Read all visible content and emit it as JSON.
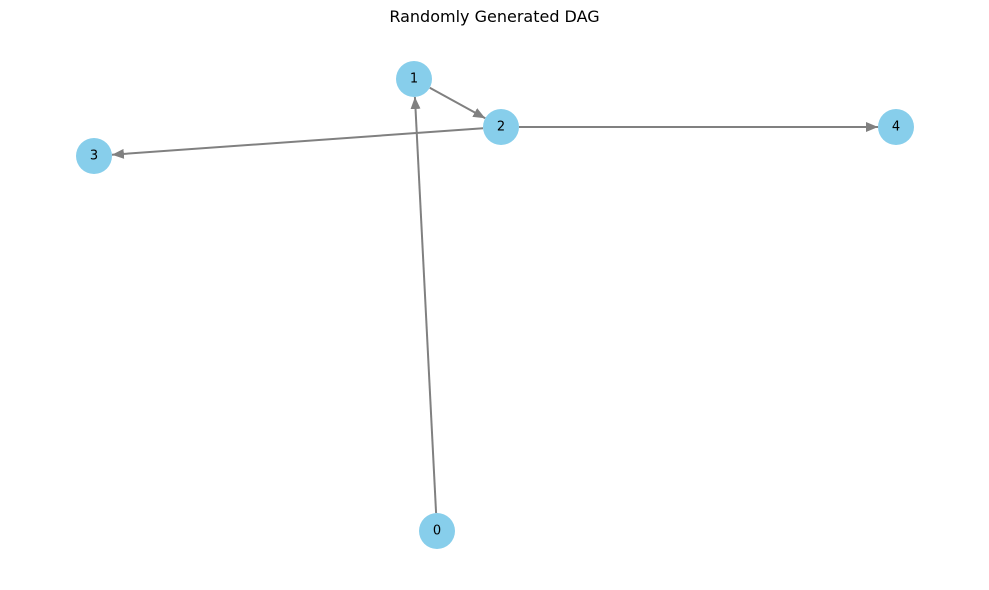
{
  "title": "Randomly Generated DAG",
  "colors": {
    "node": "#87ceeb",
    "edge": "#808080",
    "label": "#000000"
  },
  "nodes": [
    {
      "id": "0",
      "label": "0"
    },
    {
      "id": "1",
      "label": "1"
    },
    {
      "id": "2",
      "label": "2"
    },
    {
      "id": "3",
      "label": "3"
    },
    {
      "id": "4",
      "label": "4"
    }
  ],
  "edges": [
    {
      "from": "0",
      "to": "1"
    },
    {
      "from": "1",
      "to": "2"
    },
    {
      "from": "2",
      "to": "3"
    },
    {
      "from": "2",
      "to": "4"
    }
  ]
}
